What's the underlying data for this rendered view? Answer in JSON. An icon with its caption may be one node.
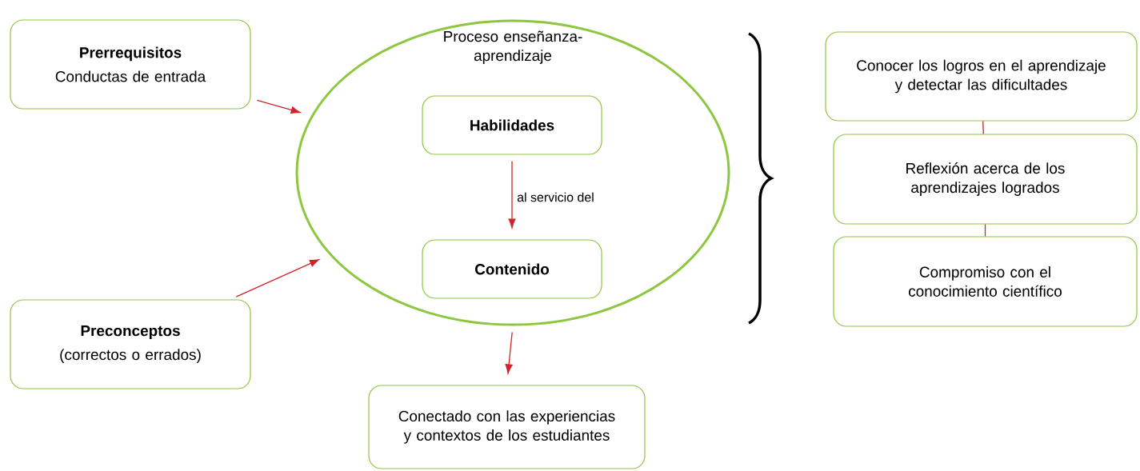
{
  "diagram": {
    "nodes": [
      {
        "text": [
          "Prerrequisitos",
          "Conductas de entrada"
        ]
      },
      {
        "text": [
          "Proceso enseñanza-aprendizaje"
        ]
      },
      {
        "text": [
          "Habilidades"
        ],
        "in": 1
      },
      {
        "text": [
          "Contenido"
        ],
        "in": 1
      },
      {
        "text": [
          "Preconceptos",
          "(correctos o errados)"
        ]
      },
      {
        "text": [
          "Conectado con las experiencias y contextos de los estudiantes"
        ]
      },
      {
        "text": [
          "Conocer los logros en el aprendizaje y detectar las dificultades"
        ]
      },
      {
        "text": [
          "Reflexión acerca de los aprendizajes logrados"
        ]
      },
      {
        "text": [
          "Compromiso con el conocimiento científico"
        ]
      }
    ],
    "edges": [
      {
        "from": 0,
        "to": 1,
        "arrow": "to"
      },
      {
        "from": 4,
        "to": 1,
        "arrow": "to"
      },
      {
        "from": 2,
        "to": 3,
        "arrow": "to",
        "label": "al servicio del"
      },
      {
        "from": 1,
        "to": 5,
        "arrow": "to"
      },
      {
        "from": 6,
        "to": 7,
        "arrow": "none"
      },
      {
        "from": 7,
        "to": 8,
        "arrow": "none"
      }
    ]
  }
}
